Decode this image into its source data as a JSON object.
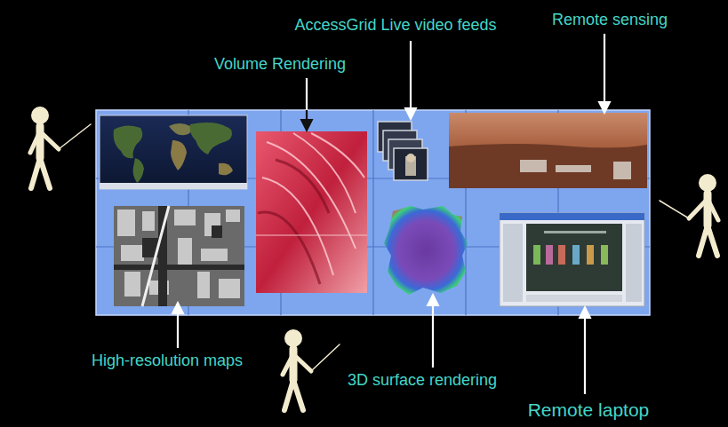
{
  "diagram": {
    "labels": [
      "AccessGrid Live video feeds",
      "Remote sensing",
      "Volume Rendering",
      "High-resolution maps",
      "3D surface rendering",
      "Remote laptop"
    ]
  }
}
